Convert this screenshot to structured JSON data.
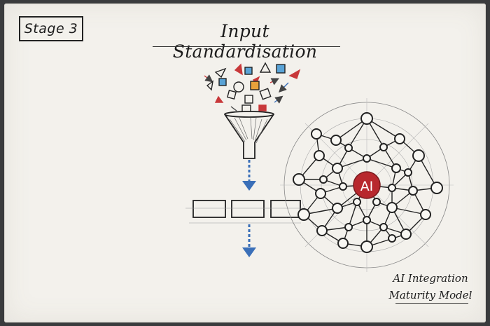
{
  "stage": {
    "label": "Stage 3"
  },
  "title": "Input Standardisation",
  "model": {
    "line1": "AI Integration",
    "line2": "Maturity Model"
  },
  "hub": {
    "label": "AI"
  },
  "colors": {
    "hub": "#b8282e",
    "arrow": "#3a6fb8",
    "shape_blue": "#5aa3d6",
    "shape_orange": "#e9a13b",
    "shape_red": "#c8383a",
    "ink": "#222222"
  },
  "icons": [
    "funnel-icon",
    "arrow-down-icon",
    "neural-network-icon",
    "scattered-shapes-icon"
  ]
}
